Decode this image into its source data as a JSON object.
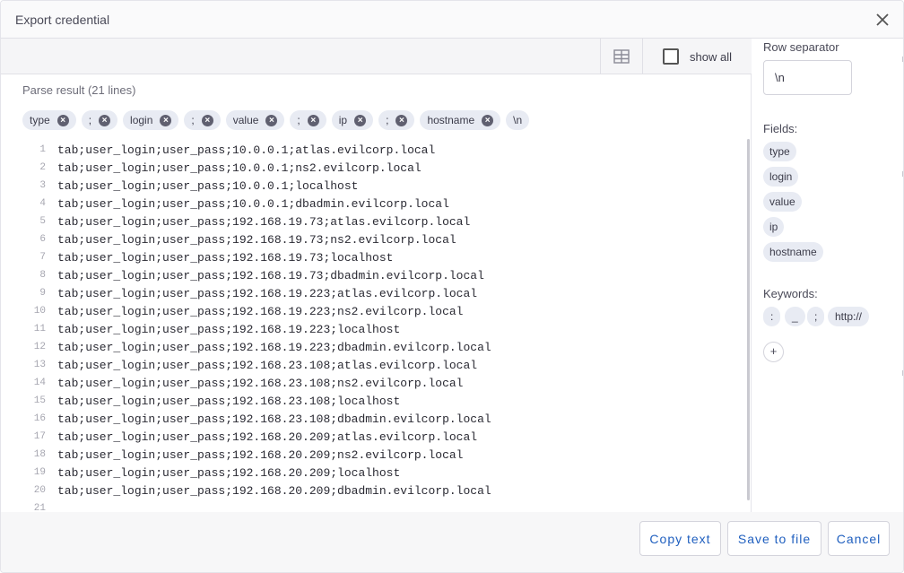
{
  "dialog": {
    "title": "Export credential"
  },
  "toolbar": {
    "table_icon": "table-icon",
    "show_all_label": "show all",
    "show_all_checked": false
  },
  "parse": {
    "title": "Parse result (21 lines)",
    "chips": [
      {
        "label": "type",
        "removable": true
      },
      {
        "label": ";",
        "removable": true
      },
      {
        "label": "login",
        "removable": true
      },
      {
        "label": ";",
        "removable": true
      },
      {
        "label": "value",
        "removable": true
      },
      {
        "label": ";",
        "removable": true
      },
      {
        "label": "ip",
        "removable": true
      },
      {
        "label": ";",
        "removable": true
      },
      {
        "label": "hostname",
        "removable": true
      },
      {
        "label": "\\n",
        "removable": false
      }
    ],
    "lines": [
      {
        "n": "1",
        "text": "tab;user_login;user_pass;10.0.0.1;atlas.evilcorp.local"
      },
      {
        "n": "2",
        "text": "tab;user_login;user_pass;10.0.0.1;ns2.evilcorp.local"
      },
      {
        "n": "3",
        "text": "tab;user_login;user_pass;10.0.0.1;localhost"
      },
      {
        "n": "4",
        "text": "tab;user_login;user_pass;10.0.0.1;dbadmin.evilcorp.local"
      },
      {
        "n": "5",
        "text": "tab;user_login;user_pass;192.168.19.73;atlas.evilcorp.local"
      },
      {
        "n": "6",
        "text": "tab;user_login;user_pass;192.168.19.73;ns2.evilcorp.local"
      },
      {
        "n": "7",
        "text": "tab;user_login;user_pass;192.168.19.73;localhost"
      },
      {
        "n": "8",
        "text": "tab;user_login;user_pass;192.168.19.73;dbadmin.evilcorp.local"
      },
      {
        "n": "9",
        "text": "tab;user_login;user_pass;192.168.19.223;atlas.evilcorp.local"
      },
      {
        "n": "10",
        "text": "tab;user_login;user_pass;192.168.19.223;ns2.evilcorp.local"
      },
      {
        "n": "11",
        "text": "tab;user_login;user_pass;192.168.19.223;localhost"
      },
      {
        "n": "12",
        "text": "tab;user_login;user_pass;192.168.19.223;dbadmin.evilcorp.local"
      },
      {
        "n": "13",
        "text": "tab;user_login;user_pass;192.168.23.108;atlas.evilcorp.local"
      },
      {
        "n": "14",
        "text": "tab;user_login;user_pass;192.168.23.108;ns2.evilcorp.local"
      },
      {
        "n": "15",
        "text": "tab;user_login;user_pass;192.168.23.108;localhost"
      },
      {
        "n": "16",
        "text": "tab;user_login;user_pass;192.168.23.108;dbadmin.evilcorp.local"
      },
      {
        "n": "17",
        "text": "tab;user_login;user_pass;192.168.20.209;atlas.evilcorp.local"
      },
      {
        "n": "18",
        "text": "tab;user_login;user_pass;192.168.20.209;ns2.evilcorp.local"
      },
      {
        "n": "19",
        "text": "tab;user_login;user_pass;192.168.20.209;localhost"
      },
      {
        "n": "20",
        "text": "tab;user_login;user_pass;192.168.20.209;dbadmin.evilcorp.local"
      },
      {
        "n": "21",
        "text": ""
      }
    ]
  },
  "sidebar": {
    "row_separator_label": "Row separator",
    "row_separator_value": "\\n",
    "fields_label": "Fields:",
    "fields": [
      "type",
      "login",
      "value",
      "ip",
      "hostname"
    ],
    "keywords_label": "Keywords:",
    "keywords": [
      ":",
      "_",
      ";",
      "http://"
    ],
    "add_symbol": "+"
  },
  "footer": {
    "copy_label": "Copy text",
    "save_label": "Save to file",
    "cancel_label": "Cancel"
  },
  "colors": {
    "accent": "#1f5fbf",
    "chip_bg": "#e8ebf3"
  }
}
